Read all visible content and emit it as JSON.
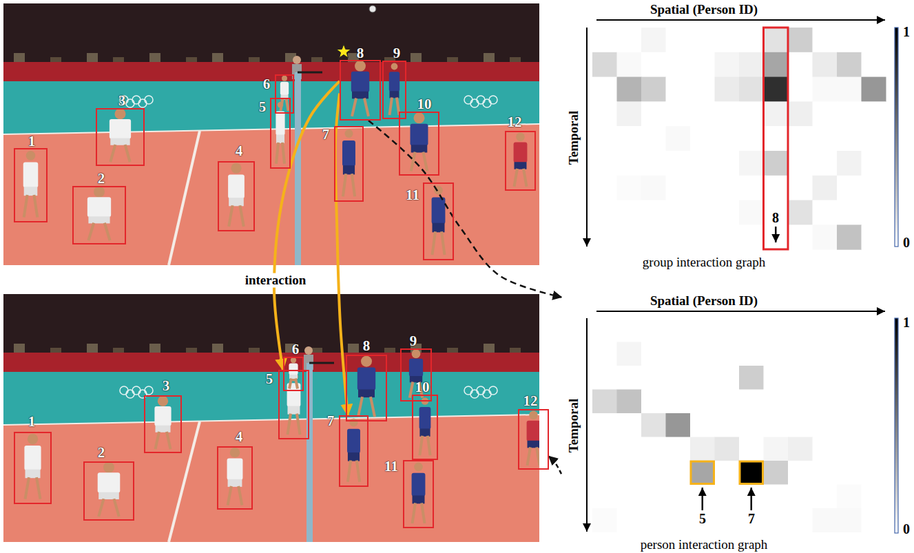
{
  "diagram": {
    "nodes": [
      {
        "text": [
          "1"
        ]
      },
      {
        "text": [
          "2"
        ]
      },
      {
        "text": [
          "3"
        ]
      },
      {
        "text": [
          "4"
        ]
      },
      {
        "text": [
          "5"
        ]
      },
      {
        "text": [
          "6"
        ]
      },
      {
        "text": [
          "7"
        ]
      },
      {
        "text": [
          "8"
        ]
      },
      {
        "text": [
          "9"
        ]
      },
      {
        "text": [
          "10"
        ]
      },
      {
        "text": [
          "11"
        ]
      },
      {
        "text": [
          "12"
        ]
      },
      {
        "text": [
          "1"
        ]
      },
      {
        "text": [
          "2"
        ]
      },
      {
        "text": [
          "3"
        ]
      },
      {
        "text": [
          "4"
        ]
      },
      {
        "text": [
          "5"
        ]
      },
      {
        "text": [
          "6"
        ]
      },
      {
        "text": [
          "7"
        ]
      },
      {
        "text": [
          "8"
        ]
      },
      {
        "text": [
          "9"
        ]
      },
      {
        "text": [
          "10"
        ]
      },
      {
        "text": [
          "11"
        ]
      },
      {
        "text": [
          "12"
        ]
      },
      {
        "text": [
          "Spatial (Person ID)",
          "Temporal",
          "group interaction graph"
        ]
      },
      {
        "text": [
          "Spatial (Person ID)",
          "Temporal",
          "person interaction graph"
        ]
      }
    ],
    "edges": [
      {
        "from": 7,
        "to": 16,
        "arrow": "to",
        "label": "interaction"
      },
      {
        "from": 7,
        "to": 18,
        "arrow": "to"
      },
      {
        "from": 7,
        "to": 25,
        "arrow": "to"
      },
      {
        "from": 25,
        "to": 23,
        "arrow": "to"
      }
    ],
    "labels": [
      "8",
      "1",
      "0",
      "5",
      "7",
      "1",
      "0"
    ]
  }
}
